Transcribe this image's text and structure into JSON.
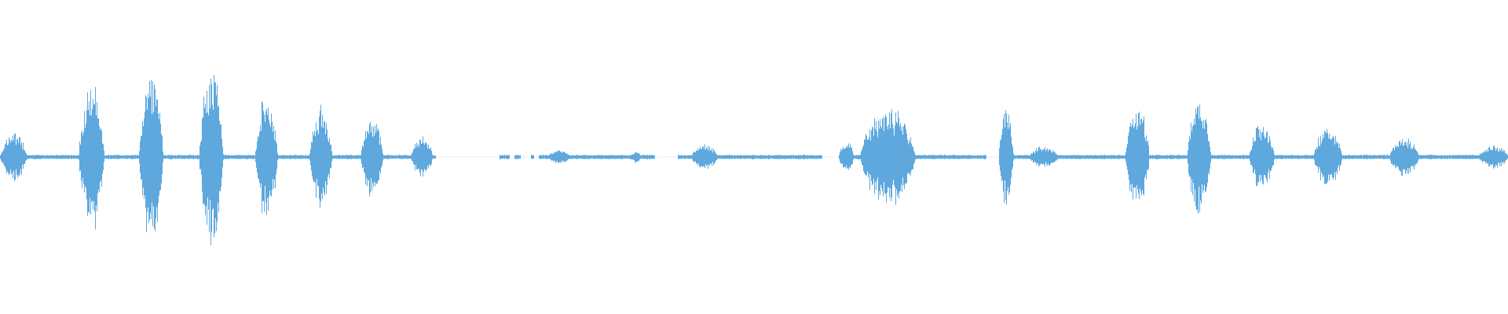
{
  "waveform": {
    "color": "#5ea8de",
    "bursts": [
      {
        "start": 0.0,
        "end": 0.018,
        "amp": 0.2
      },
      {
        "start": 0.052,
        "end": 0.069,
        "amp": 0.6
      },
      {
        "start": 0.092,
        "end": 0.108,
        "amp": 0.68
      },
      {
        "start": 0.132,
        "end": 0.148,
        "amp": 0.72
      },
      {
        "start": 0.169,
        "end": 0.184,
        "amp": 0.5
      },
      {
        "start": 0.205,
        "end": 0.22,
        "amp": 0.4
      },
      {
        "start": 0.239,
        "end": 0.254,
        "amp": 0.33
      },
      {
        "start": 0.272,
        "end": 0.287,
        "amp": 0.16
      },
      {
        "start": 0.363,
        "end": 0.378,
        "amp": 0.06
      },
      {
        "start": 0.418,
        "end": 0.425,
        "amp": 0.05
      },
      {
        "start": 0.458,
        "end": 0.476,
        "amp": 0.1
      },
      {
        "start": 0.556,
        "end": 0.566,
        "amp": 0.14
      },
      {
        "start": 0.57,
        "end": 0.607,
        "amp": 0.4
      },
      {
        "start": 0.662,
        "end": 0.672,
        "amp": 0.4
      },
      {
        "start": 0.682,
        "end": 0.702,
        "amp": 0.09
      },
      {
        "start": 0.746,
        "end": 0.762,
        "amp": 0.43
      },
      {
        "start": 0.787,
        "end": 0.803,
        "amp": 0.45
      },
      {
        "start": 0.828,
        "end": 0.845,
        "amp": 0.27
      },
      {
        "start": 0.871,
        "end": 0.89,
        "amp": 0.25
      },
      {
        "start": 0.921,
        "end": 0.941,
        "amp": 0.16
      },
      {
        "start": 0.98,
        "end": 1.0,
        "amp": 0.1
      }
    ],
    "silences": [
      {
        "start": 0.289,
        "end": 0.331
      },
      {
        "start": 0.338,
        "end": 0.341
      },
      {
        "start": 0.345,
        "end": 0.352
      },
      {
        "start": 0.354,
        "end": 0.357
      },
      {
        "start": 0.434,
        "end": 0.449
      },
      {
        "start": 0.545,
        "end": 0.556
      },
      {
        "start": 0.654,
        "end": 0.662
      }
    ]
  }
}
